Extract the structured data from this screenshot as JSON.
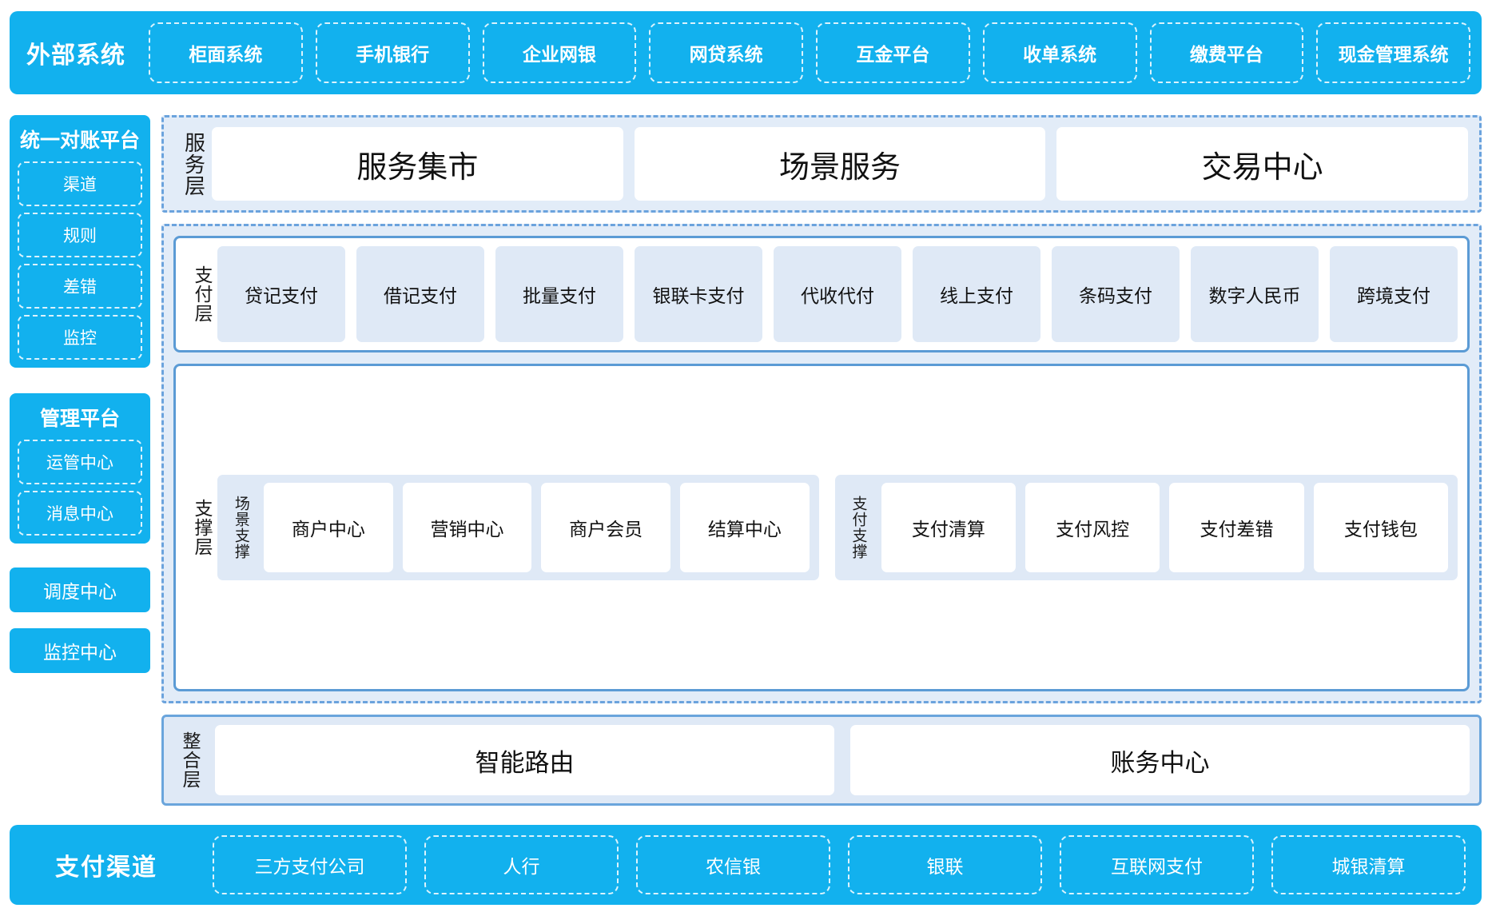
{
  "external_systems": {
    "title": "外部系统",
    "items": [
      "柜面系统",
      "手机银行",
      "企业网银",
      "网贷系统",
      "互金平台",
      "收单系统",
      "缴费平台",
      "现金管理系统"
    ]
  },
  "left_column": {
    "reconcile_platform": {
      "title": "统一对账平台",
      "items": [
        "渠道",
        "规则",
        "差错",
        "监控"
      ]
    },
    "manage_platform": {
      "title": "管理平台",
      "items": [
        "运管中心",
        "消息中心"
      ]
    },
    "schedule_center": "调度中心",
    "monitor_center": "监控中心"
  },
  "service_layer": {
    "label": "服务层",
    "items": [
      "服务集市",
      "场景服务",
      "交易中心"
    ]
  },
  "payment_layer": {
    "label": "支付层",
    "items": [
      "贷记支付",
      "借记支付",
      "批量支付",
      "银联卡支付",
      "代收代付",
      "线上支付",
      "条码支付",
      "数字人民币",
      "跨境支付"
    ]
  },
  "support_layer": {
    "label": "支撑层",
    "scenario_support": {
      "label": "场景支撑",
      "items": [
        "商户中心",
        "营销中心",
        "商户会员",
        "结算中心"
      ]
    },
    "payment_support": {
      "label": "支付支撑",
      "items": [
        "支付清算",
        "支付风控",
        "支付差错",
        "支付钱包"
      ]
    }
  },
  "integration_layer": {
    "label": "整合层",
    "items": [
      "智能路由",
      "账务中心"
    ]
  },
  "payment_channels": {
    "title": "支付渠道",
    "items": [
      "三方支付公司",
      "人行",
      "农信银",
      "银联",
      "互联网支付",
      "城银清算"
    ]
  },
  "colors": {
    "cyan": "#12b1ee",
    "light_blue_fill": "#dfe9f6",
    "group_fill": "#e2ecf8",
    "dashed_border": "#6ba3dd",
    "solid_border": "#5b9bd5",
    "white": "#ffffff"
  }
}
